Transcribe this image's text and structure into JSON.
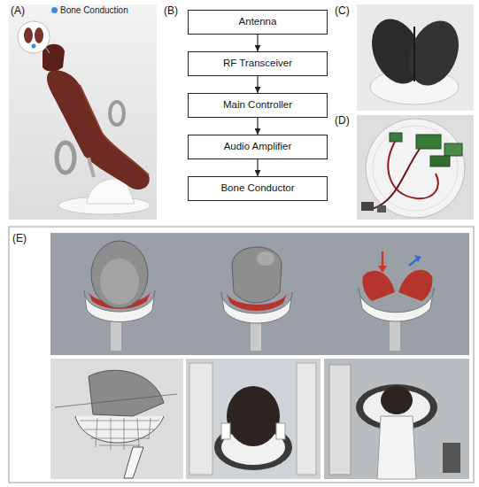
{
  "diagram": {
    "nodes": [
      {
        "text": [
          "Antenna"
        ]
      },
      {
        "text": [
          "RF Transceiver"
        ]
      },
      {
        "text": [
          "Main Controller"
        ]
      },
      {
        "text": [
          "Audio Amplifier"
        ]
      },
      {
        "text": [
          "Bone Conductor"
        ]
      }
    ],
    "edges": [
      {
        "from": 0,
        "to": 1,
        "arrow": "to"
      },
      {
        "from": 1,
        "to": 2,
        "arrow": "to"
      },
      {
        "from": 2,
        "to": 3,
        "arrow": "to"
      },
      {
        "from": 3,
        "to": 4,
        "arrow": "to"
      }
    ],
    "labels": [
      "(A)",
      "(B)",
      "(C)",
      "(D)",
      "(E)"
    ],
    "legend": [
      {
        "text": "Bone Conduction",
        "color": "#3b8fd6"
      }
    ]
  }
}
